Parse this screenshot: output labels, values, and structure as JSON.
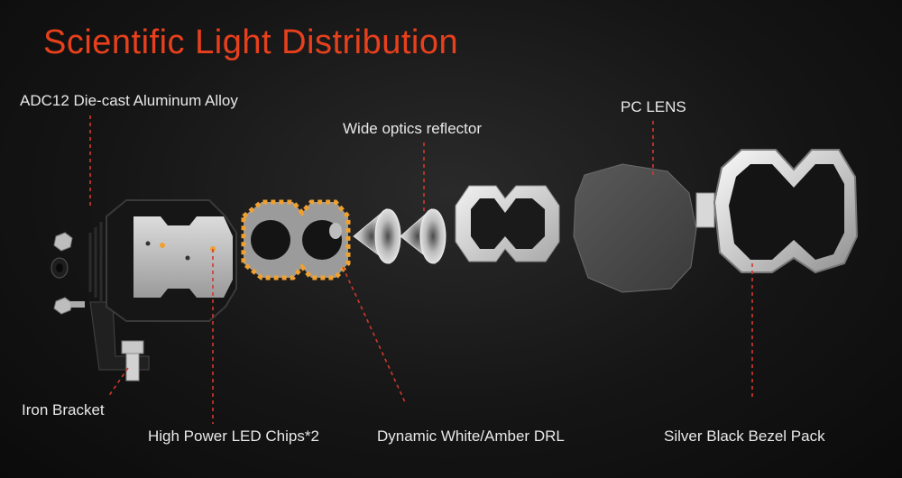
{
  "title": "Scientific Light Distribution",
  "colors": {
    "title": "#e8401c",
    "leader_line": "#d0392b",
    "drl_amber": "#f0a030"
  },
  "labels": {
    "housing": "ADC12 Die-cast Aluminum Alloy",
    "reflector": "Wide optics reflector",
    "lens": "PC LENS",
    "bracket": "Iron Bracket",
    "led_chips": "High Power LED Chips*2",
    "drl": "Dynamic White/Amber DRL",
    "bezel": "Silver Black Bezel Pack"
  }
}
